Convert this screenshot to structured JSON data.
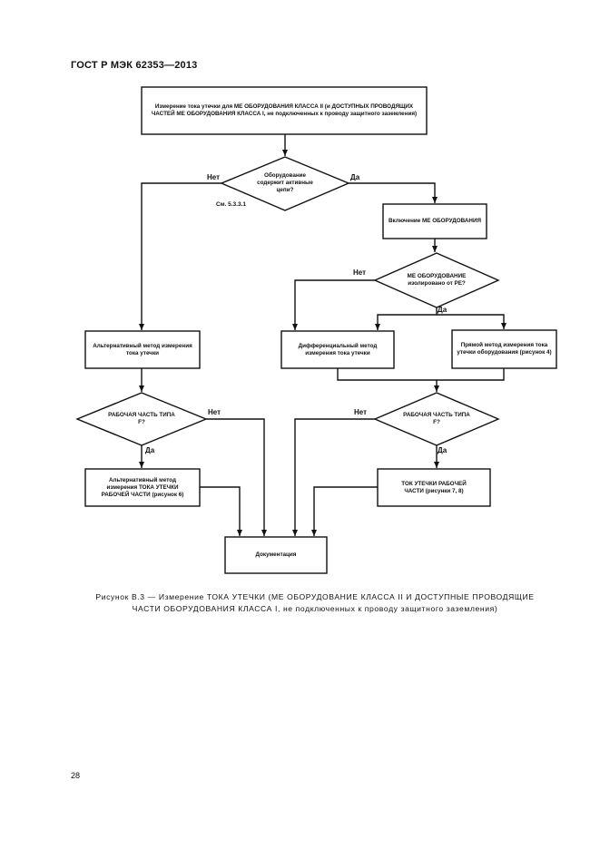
{
  "header": {
    "standard": "ГОСТ Р МЭК 62353—2013"
  },
  "flowchart": {
    "start": "Измерение тока утечки для МЕ ОБОРУДОВАНИЯ КЛАССА II (и ДОСТУПНЫХ ПРОВОДЯЩИХ ЧАСТЕЙ МЕ ОБОРУДОВАНИЯ КЛАССА I, не подключенных к проводу защитного заземления)",
    "decision_active_circuits": "Оборудование содержит активные цепи?",
    "ref_5331": "См. 5.3.3.1",
    "switch_on": "Включение МЕ ОБОРУДОВАНИЯ",
    "decision_isolated_pe": "МЕ ОБОРУДОВАНИЕ изолировано от РЕ?",
    "alt_method_equipment": "Альтернативный метод измерения тока утечки",
    "diff_method": "Дифференциальный метод измерения тока утечки",
    "direct_method": "Прямой метод измерения тока утечки оборудования (рисунок 4)",
    "decision_type_f_left": "РАБОЧАЯ ЧАСТЬ ТИПА F?",
    "decision_type_f_right": "РАБОЧАЯ ЧАСТЬ ТИПА F?",
    "alt_method_applied_part": "Альтернативный метод измерения ТОКА УТЕЧКИ РАБОЧЕЙ ЧАСТИ (рисунок 6)",
    "applied_part_leakage": "ТОК УТЕЧКИ РАБОЧЕЙ ЧАСТИ (рисунки 7, 8)",
    "documentation": "Документация",
    "labels": {
      "no": "Нет",
      "yes": "Да"
    }
  },
  "caption": {
    "line1": "Рисунок В.3 — Измерение ТОКА УТЕЧКИ (МЕ ОБОРУДОВАНИЕ КЛАССА II И ДОСТУПНЫЕ ПРОВОДЯЩИЕ",
    "line2": "ЧАСТИ ОБОРУДОВАНИЯ КЛАССА I, не подключенных к проводу защитного заземления)"
  },
  "page_number": "28"
}
